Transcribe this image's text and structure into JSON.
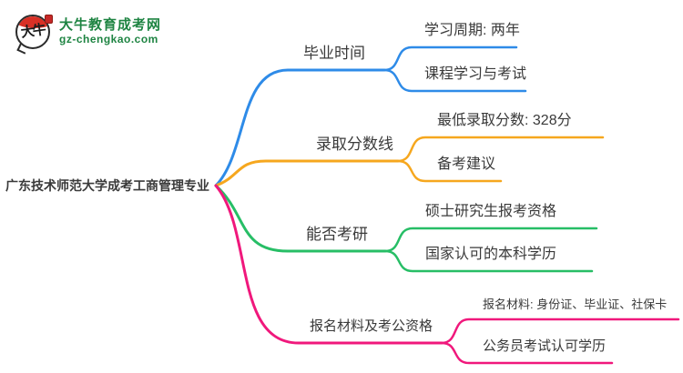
{
  "logo": {
    "icon_text": "大牛",
    "title": "大牛教育成考网",
    "domain": "gz-chengkao.com",
    "green": "#1e8442",
    "red": "#d93025"
  },
  "root": {
    "label": "广东技术师范大学成考工商管理专业"
  },
  "branches": [
    {
      "label": "毕业时间",
      "color": "#2e8be8",
      "children": [
        {
          "label": "学习周期: 两年"
        },
        {
          "label": "课程学习与考试"
        }
      ]
    },
    {
      "label": "录取分数线",
      "color": "#f6a71e",
      "children": [
        {
          "label": "最低录取分数: 328分"
        },
        {
          "label": "备考建议"
        }
      ]
    },
    {
      "label": "能否考研",
      "color": "#27be66",
      "children": [
        {
          "label": "硕士研究生报考资格"
        },
        {
          "label": "国家认可的本科学历"
        }
      ]
    },
    {
      "label": "报名材料及考公资格",
      "color": "#f0187c",
      "children": [
        {
          "label": "报名材料: 身份证、毕业证、社保卡"
        },
        {
          "label": "公务员考试认可学历"
        }
      ]
    }
  ],
  "text_color": "#3a3a3a"
}
